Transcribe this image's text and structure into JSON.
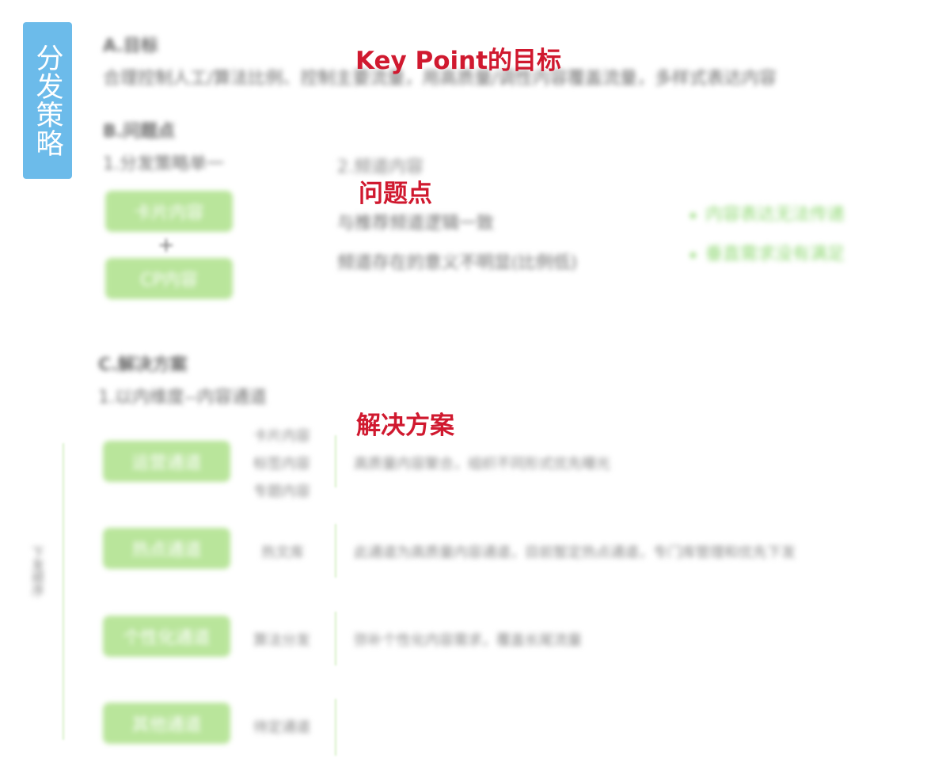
{
  "title_tab": "分发策略",
  "annotations": {
    "goal": "Key Point的目标",
    "problem": "问题点",
    "solution": "解决方案"
  },
  "section_a": {
    "heading": "A.目标",
    "text": "合理控制人工/算法比例、控制主要流量，用高质量/调性内容覆盖流量，多样式表达内容"
  },
  "section_b": {
    "heading": "B.问题点",
    "sub1": "1.分发策略单一",
    "boxes": [
      "卡片内容",
      "CP内容"
    ],
    "plus": "+",
    "sub2": "2.频道内容",
    "points": [
      "与推荐频道逻辑一致",
      "频道存在的意义不明显(比例低)"
    ],
    "bullets": [
      "内容表达无法传递",
      "垂直需求没有满足"
    ]
  },
  "section_c": {
    "heading": "C.解决方案",
    "sub": "1.以内维度--内容通道",
    "side_label": "下发顺序",
    "channels": [
      {
        "name": "运营通道",
        "tags": [
          "卡片内容",
          "标签内容",
          "专题内容"
        ],
        "desc": "高质量内容聚合，组织不同形式优先曝光"
      },
      {
        "name": "热点通道",
        "tags": [
          "热文库"
        ],
        "desc": "此通道为高质量内容通道，目前暂定热点通道，专门库管理和优先下发"
      },
      {
        "name": "个性化通道",
        "tags": [
          "算法分发"
        ],
        "desc": "弥补个性化内容需求，覆盖长尾流量"
      },
      {
        "name": "其他通道",
        "tags": [
          "待定通道"
        ],
        "desc": ""
      }
    ]
  },
  "colors": {
    "tab": "#6cbbea",
    "annotation": "#d0192f",
    "green_box": "#b9e59b",
    "green_text": "#8fd873"
  }
}
